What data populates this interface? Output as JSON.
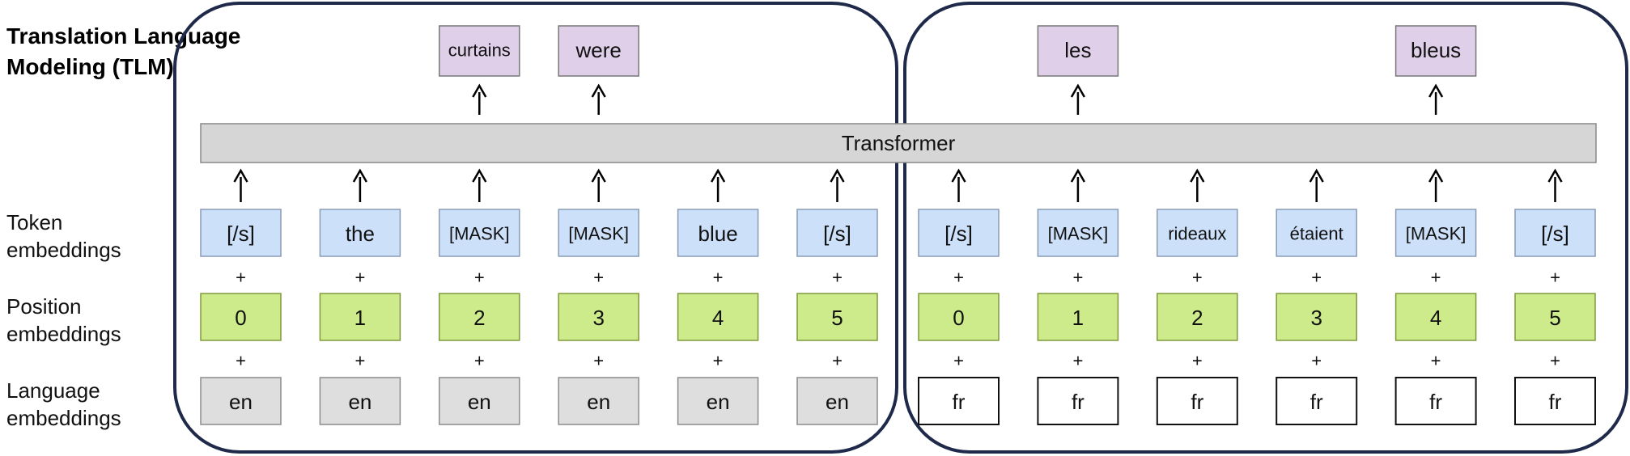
{
  "title": {
    "line1": "Translation Language",
    "line2": "Modeling (TLM)"
  },
  "row_labels": {
    "token": [
      "Token",
      "embeddings"
    ],
    "position": [
      "Position",
      "embeddings"
    ],
    "language": [
      "Language",
      "embeddings"
    ]
  },
  "transformer_label": "Transformer",
  "plus_sign": "+",
  "colors": {
    "token_fill": "#cce0fa",
    "position_fill": "#cdeb8b",
    "en_fill": "#dedede",
    "fr_fill": "#ffffff",
    "output_fill": "#e0cfe9",
    "transformer_fill": "#d6d6d6",
    "group_border": "#1f2a4a"
  },
  "groups": [
    {
      "name": "english",
      "tokens": [
        "[/s]",
        "the",
        "[MASK]",
        "[MASK]",
        "blue",
        "[/s]"
      ],
      "positions": [
        "0",
        "1",
        "2",
        "3",
        "4",
        "5"
      ],
      "languages": [
        "en",
        "en",
        "en",
        "en",
        "en",
        "en"
      ],
      "outputs": [
        "",
        "",
        "curtains",
        "were",
        "",
        ""
      ]
    },
    {
      "name": "french",
      "tokens": [
        "[/s]",
        "[MASK]",
        "rideaux",
        "étaient",
        "[MASK]",
        "[/s]"
      ],
      "positions": [
        "0",
        "1",
        "2",
        "3",
        "4",
        "5"
      ],
      "languages": [
        "fr",
        "fr",
        "fr",
        "fr",
        "fr",
        "fr"
      ],
      "outputs": [
        "",
        "les",
        "",
        "",
        "bleus",
        ""
      ]
    }
  ]
}
